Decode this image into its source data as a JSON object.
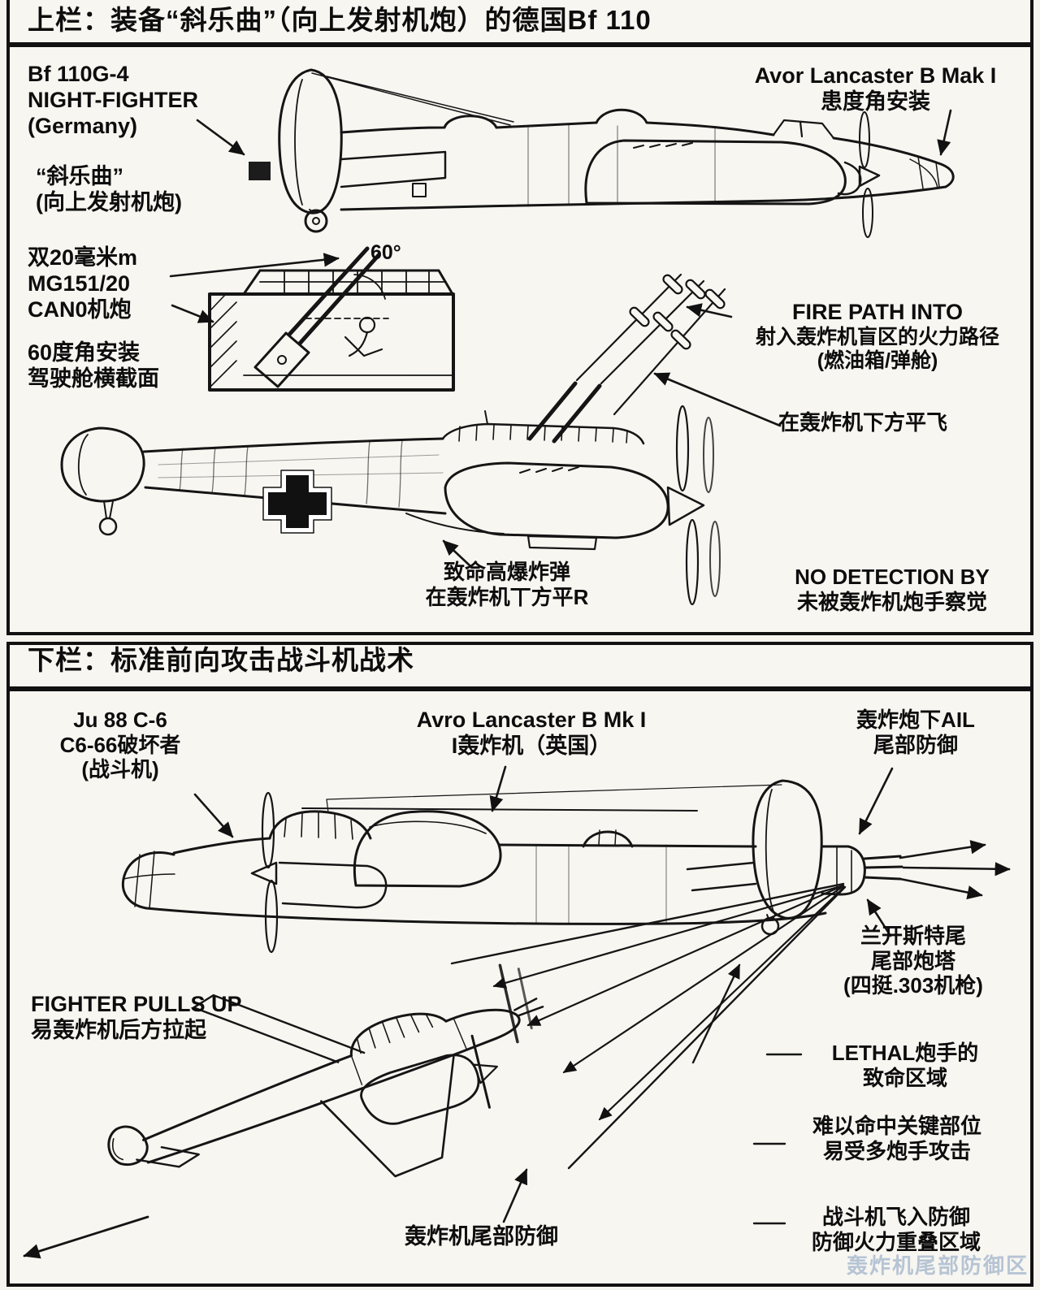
{
  "top": {
    "title": "上栏：装备“斜乐曲”（向上发射机炮）的德国Bf 110",
    "bf110": [
      "Bf 110G-4",
      "NIGHT-FIGHTER",
      "(Germany)"
    ],
    "lancaster": [
      "Avor Lancaster B Mak I",
      "患度角安装"
    ],
    "schrage": [
      "“斜乐曲”",
      "(向上发射机炮)"
    ],
    "cannon": [
      "双20毫米m",
      "MG151/20",
      "CAN0机炮"
    ],
    "angle": "60°",
    "mount": [
      "60度角安装",
      "驾驶舱横截面"
    ],
    "fire_path": [
      "FIRE PATH INTO",
      "射入轰炸机盲区的火力路径",
      "(燃油箱/弹舱)"
    ],
    "level_flight": "在轰炸机下方平飞",
    "lethal_shell": [
      "致命高爆炸弹",
      "在轰炸机丅方平R"
    ],
    "no_detection": [
      "NO DETECTION BY",
      "未被轰炸机炮手察觉"
    ]
  },
  "bottom": {
    "title": "下栏：标准前向攻击战斗机战术",
    "ju88": [
      "Ju 88 C-6",
      "C6-66破坏者",
      "(战斗机)"
    ],
    "lancaster": [
      "Avro Lancaster B Mk I",
      "I轰炸机（英国）"
    ],
    "tail_defense_top": [
      "轰炸炮下AIL",
      "尾部防御"
    ],
    "tail_turret": [
      "兰开斯特尾",
      "尾部炮塔",
      "(四挺.303机枪)"
    ],
    "pulls_up": [
      "FIGHTER PULLS UP",
      "易轰炸机后方拉起"
    ],
    "lethal_zone": [
      "LETHAL炮手的",
      "致命区域"
    ],
    "hard_hit": [
      "难以命中关键部位",
      "易受多炮手攻击"
    ],
    "tail_defense_bottom": "轰炸机尾部防御",
    "overlap": [
      "战斗机飞入防御",
      "防御火力重叠区域"
    ],
    "watermark": "轰炸机尾部防御区"
  }
}
